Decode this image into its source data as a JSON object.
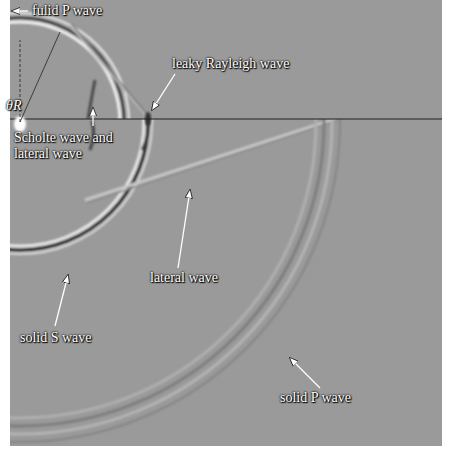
{
  "diagram": {
    "labels": [
      "fulid P wave",
      "θR",
      "leaky Rayleigh wave",
      "Scholte wave and lateral wave",
      "lateral wave",
      "solid S wave",
      "solid P wave"
    ]
  }
}
